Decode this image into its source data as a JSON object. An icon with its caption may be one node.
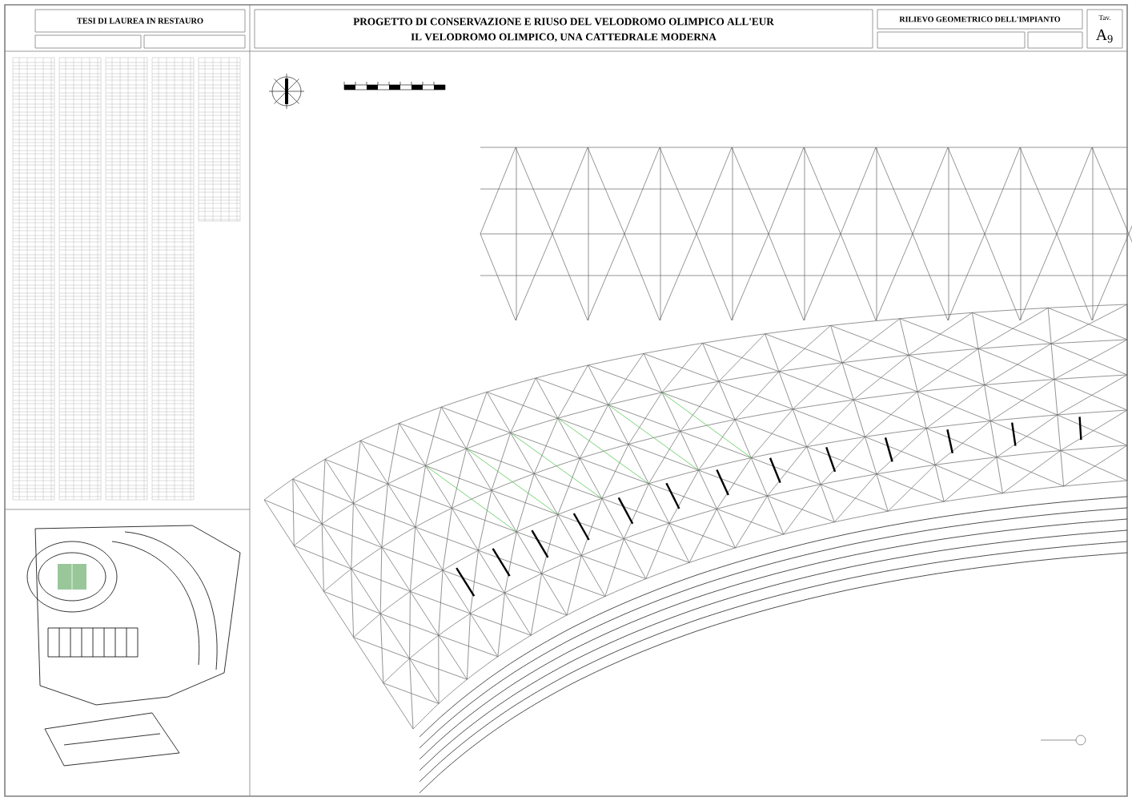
{
  "diagram": {
    "labels": [
      "TESI DI LAUREA IN RESTAURO",
      "PROGETTO DI CONSERVAZIONE E RIUSO DEL VELODROMO OLIMPICO ALL'EUR",
      "IL VELODROMO OLIMPICO, UNA CATTEDRALE MODERNA",
      "RILIEVO GEOMETRICO DELL'IMPIANTO",
      "Tav.",
      "A$_{9}$"
    ]
  }
}
